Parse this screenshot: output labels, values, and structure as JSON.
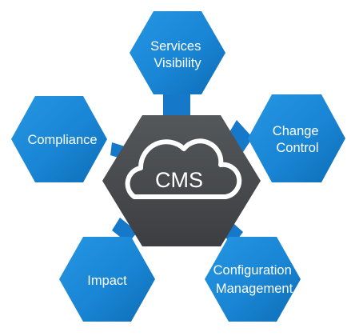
{
  "center": {
    "label": "CMS",
    "icon": "cloud-icon"
  },
  "nodes": [
    {
      "id": "services-visibility",
      "lines": [
        "Services",
        "Visibility"
      ]
    },
    {
      "id": "change-control",
      "lines": [
        "Change",
        "Control"
      ]
    },
    {
      "id": "configuration-management",
      "lines": [
        "Configuration",
        "Management"
      ]
    },
    {
      "id": "impact",
      "lines": [
        "Impact"
      ]
    },
    {
      "id": "compliance",
      "lines": [
        "Compliance"
      ]
    }
  ],
  "colors": {
    "hex_blue_light": "#1f8fdc",
    "hex_blue_dark": "#0f6fb8",
    "connector_blue": "#1678c8",
    "center_grey": "#4a4d50",
    "center_grey_dark": "#3a3c3f",
    "cloud_stroke": "#ffffff",
    "text": "#ffffff"
  }
}
